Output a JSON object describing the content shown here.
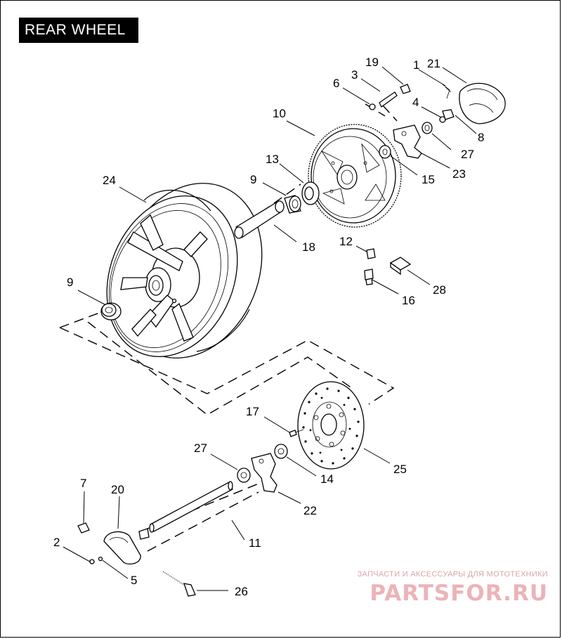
{
  "title": "REAR WHEEL",
  "callouts": {
    "c1": "1",
    "c2": "2",
    "c3": "3",
    "c4": "4",
    "c5": "5",
    "c6": "6",
    "c7": "7",
    "c8": "8",
    "c9a": "9",
    "c9b": "9",
    "c10": "10",
    "c11": "11",
    "c12": "12",
    "c13": "13",
    "c14": "14",
    "c15": "15",
    "c16": "16",
    "c17": "17",
    "c18": "18",
    "c19": "19",
    "c20": "20",
    "c21": "21",
    "c22": "22",
    "c23": "23",
    "c24": "24",
    "c25": "25",
    "c26": "26",
    "c27a": "27",
    "c27b": "27",
    "c28": "28"
  },
  "watermark": {
    "tagline": "ЗАПЧАСТИ И АКСЕССУАРЫ ДЛЯ МОТОТЕХНИКИ",
    "brand": "PARTSFOR.RU"
  }
}
